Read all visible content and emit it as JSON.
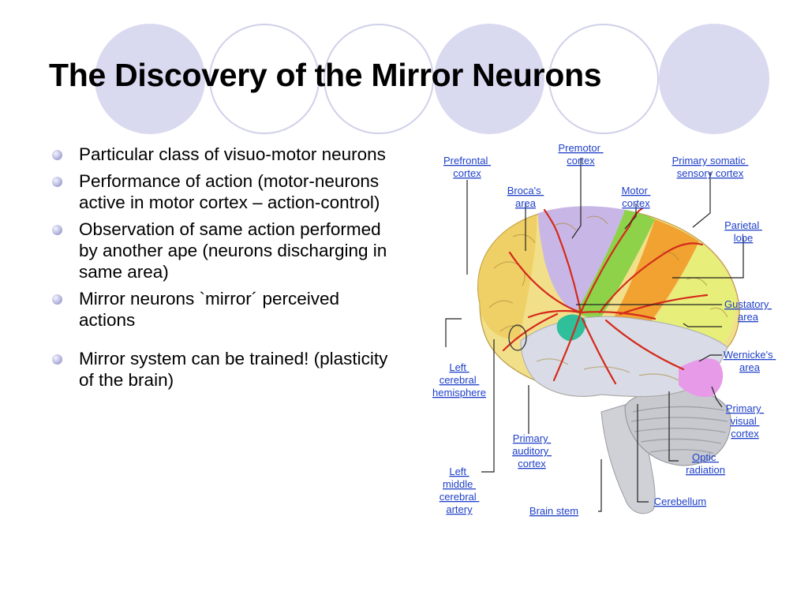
{
  "slide": {
    "title": "The Discovery of the Mirror Neurons",
    "bullets": [
      "Particular class of visuo-motor neurons",
      "Performance of action (motor-neurons active in motor cortex – action-control)",
      "Observation of same action performed by another ape (neurons discharging in same area)",
      "Mirror neurons `mirror´ perceived actions",
      "Mirror system can be trained! (plasticity of the brain)"
    ]
  },
  "diagram": {
    "labels": {
      "prefrontal": [
        "Prefrontal",
        "cortex"
      ],
      "premotor": [
        "Premotor",
        "cortex"
      ],
      "somatic": [
        "Primary somatic",
        "sensory cortex"
      ],
      "broca": [
        "Broca's",
        "area"
      ],
      "motor": [
        "Motor",
        "cortex"
      ],
      "parietal": [
        "Parietal",
        "lobe"
      ],
      "gustatory": [
        "Gustatory",
        "area"
      ],
      "wernicke": [
        "Wernicke's",
        "area"
      ],
      "left_hemisphere": [
        "Left",
        "cerebral",
        "hemisphere"
      ],
      "visual": [
        "Primary",
        "visual",
        "cortex"
      ],
      "auditory": [
        "Primary",
        "auditory",
        "cortex"
      ],
      "optic": [
        "Optic",
        "radiation"
      ],
      "artery": [
        "Left",
        "middle",
        "cerebral",
        "artery"
      ],
      "brainstem": [
        "Brain stem"
      ],
      "cerebellum": [
        "Cerebellum"
      ]
    },
    "colors": {
      "label": "#1e3fc8",
      "frontal": "#f2df8a",
      "prefrontal": "#ecc24a",
      "premotor": "#c8b7e6",
      "motor": "#8ed24a",
      "somatic": "#f1a230",
      "parietal": "#e7ef7a",
      "temporal": "#d9dce6",
      "broca": "#2fbf9a",
      "visual": "#e79ae8",
      "arteries": "#d42a1c",
      "cerebellum": "#c7c9cf"
    }
  }
}
